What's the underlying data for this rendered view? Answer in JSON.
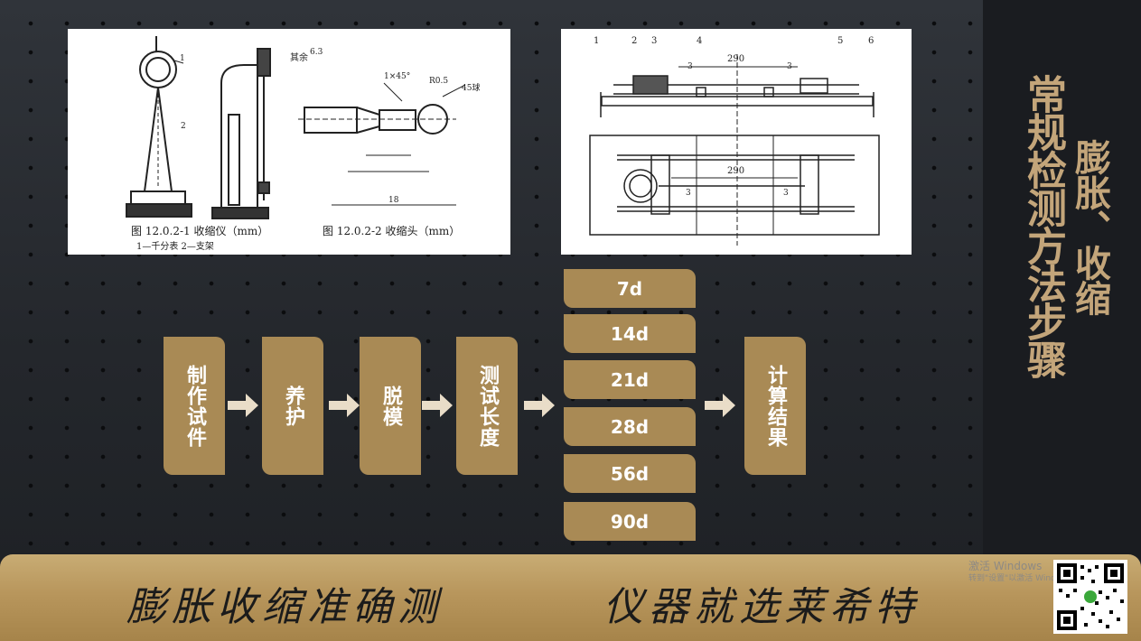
{
  "title": {
    "main": "常规检测方法步骤",
    "sub": "膨胀、收缩"
  },
  "figure_left": {
    "caption_1": "图 12.0.2-1  收缩仪（mm）",
    "caption_1_note": "1—千分表    2—支架",
    "caption_2": "图 12.0.2-2  收缩头（mm）",
    "annotations": [
      "1",
      "2",
      "其余",
      "6.3",
      "1×45°",
      "R0.5",
      "45球",
      "18"
    ]
  },
  "figure_right": {
    "labels": [
      "1",
      "2",
      "3",
      "4",
      "5",
      "6"
    ],
    "dimension_top": "290",
    "dimension_bottom": "290",
    "offset_label": "3"
  },
  "flow": {
    "steps": [
      "制作试件",
      "养护",
      "脱模",
      "测试长度",
      "计算结果"
    ],
    "ages": [
      "7d",
      "14d",
      "21d",
      "28d",
      "56d",
      "90d"
    ]
  },
  "banner": {
    "slogan_1": "膨胀收缩准确测",
    "slogan_2": "仪器就选莱希特"
  },
  "watermark": {
    "line_1": "激活 Windows",
    "line_2": "转到\"设置\"以激活 Windows。"
  },
  "colors": {
    "accent": "#a98a55",
    "title": "#c3a57a",
    "banner": "#b8965c"
  }
}
